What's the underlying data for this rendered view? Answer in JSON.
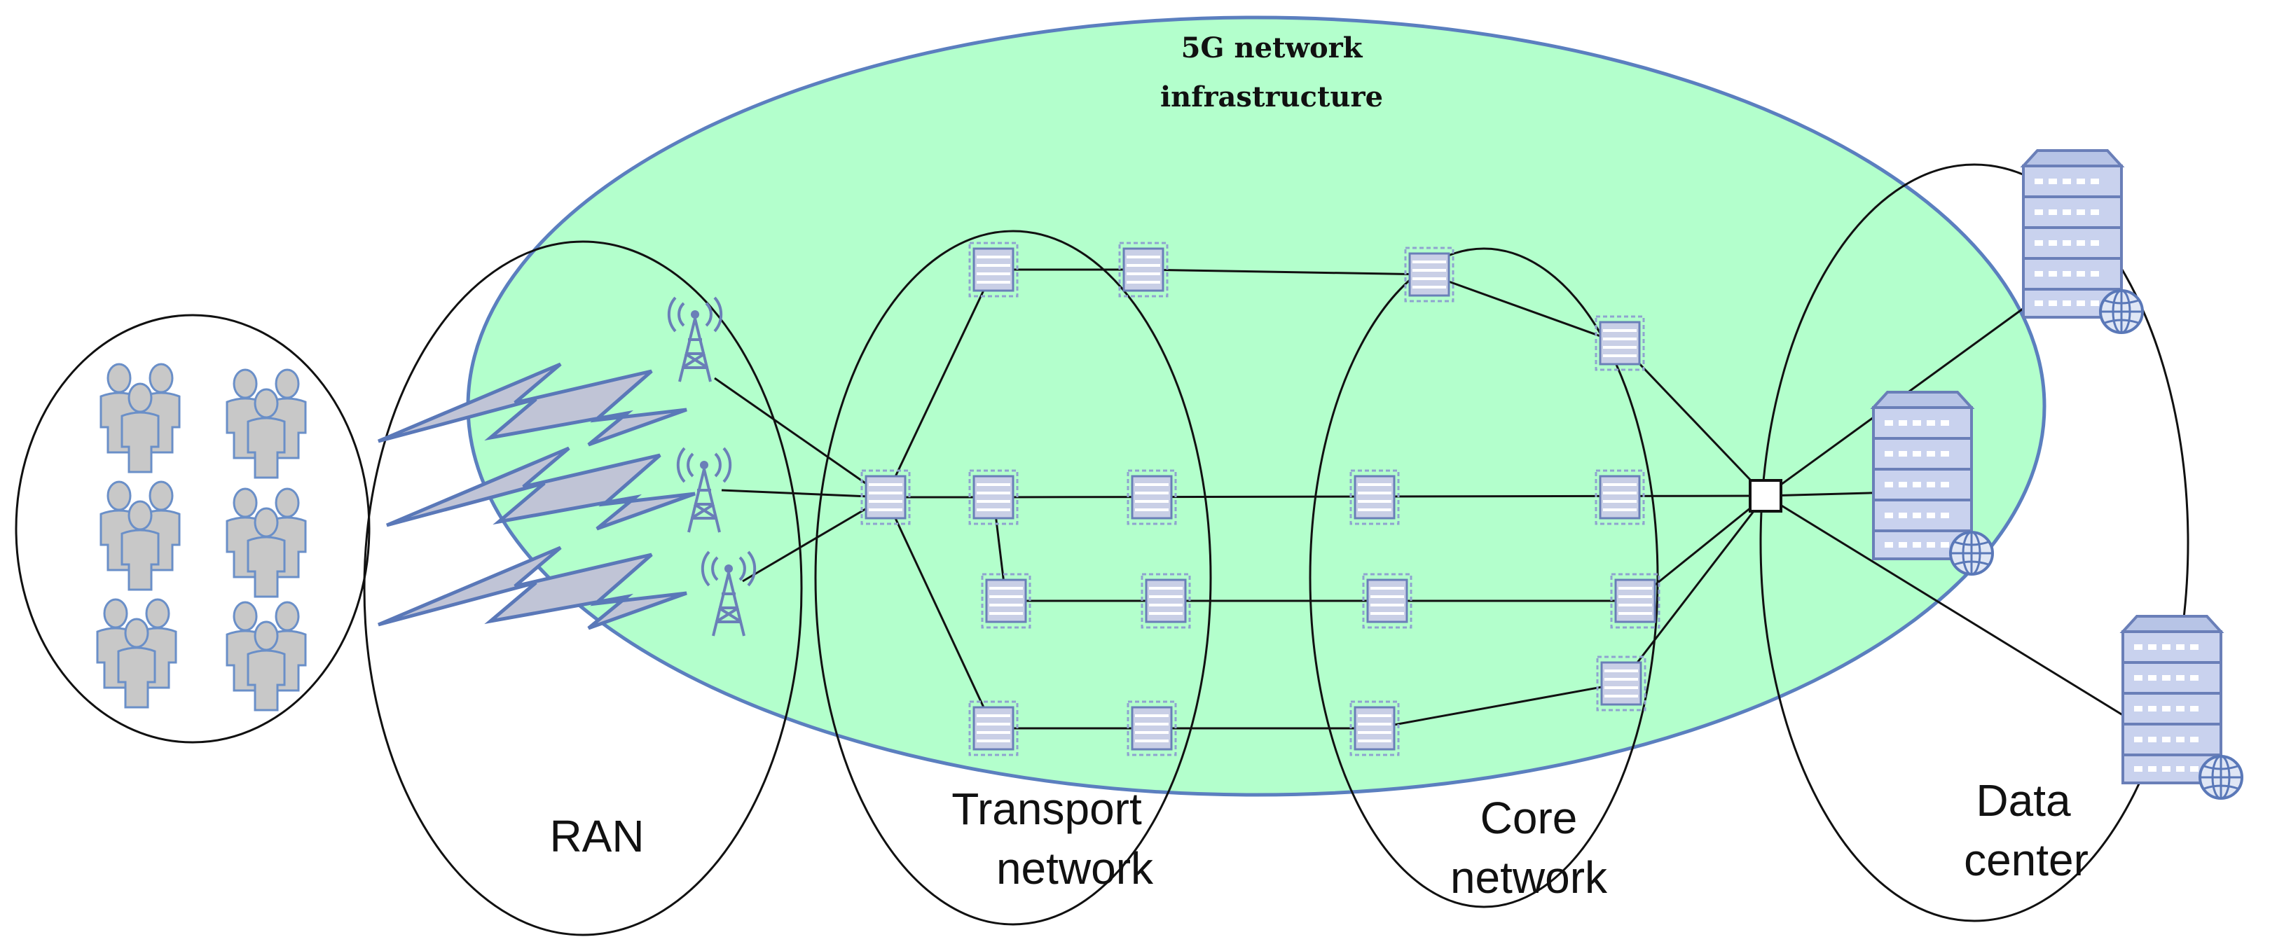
{
  "title": {
    "line1": "5G network",
    "line2": "infrastructure"
  },
  "regions": {
    "ran": "RAN",
    "transport": {
      "line1": "Transport",
      "line2": "network"
    },
    "core": {
      "line1": "Core",
      "line2": "network"
    },
    "datacenter": {
      "line1": "Data",
      "line2": "center"
    }
  },
  "colors": {
    "infrastructure_fill": "#b3ffcc",
    "infrastructure_stroke": "#5b7fbf",
    "node_fill": "#c9cfe6",
    "node_stroke": "#6a7fb8",
    "person_fill": "#c8c8c8",
    "person_stroke": "#6a8fc8",
    "bolt_fill": "#c0c4d6",
    "bolt_stroke": "#5a78b8"
  }
}
